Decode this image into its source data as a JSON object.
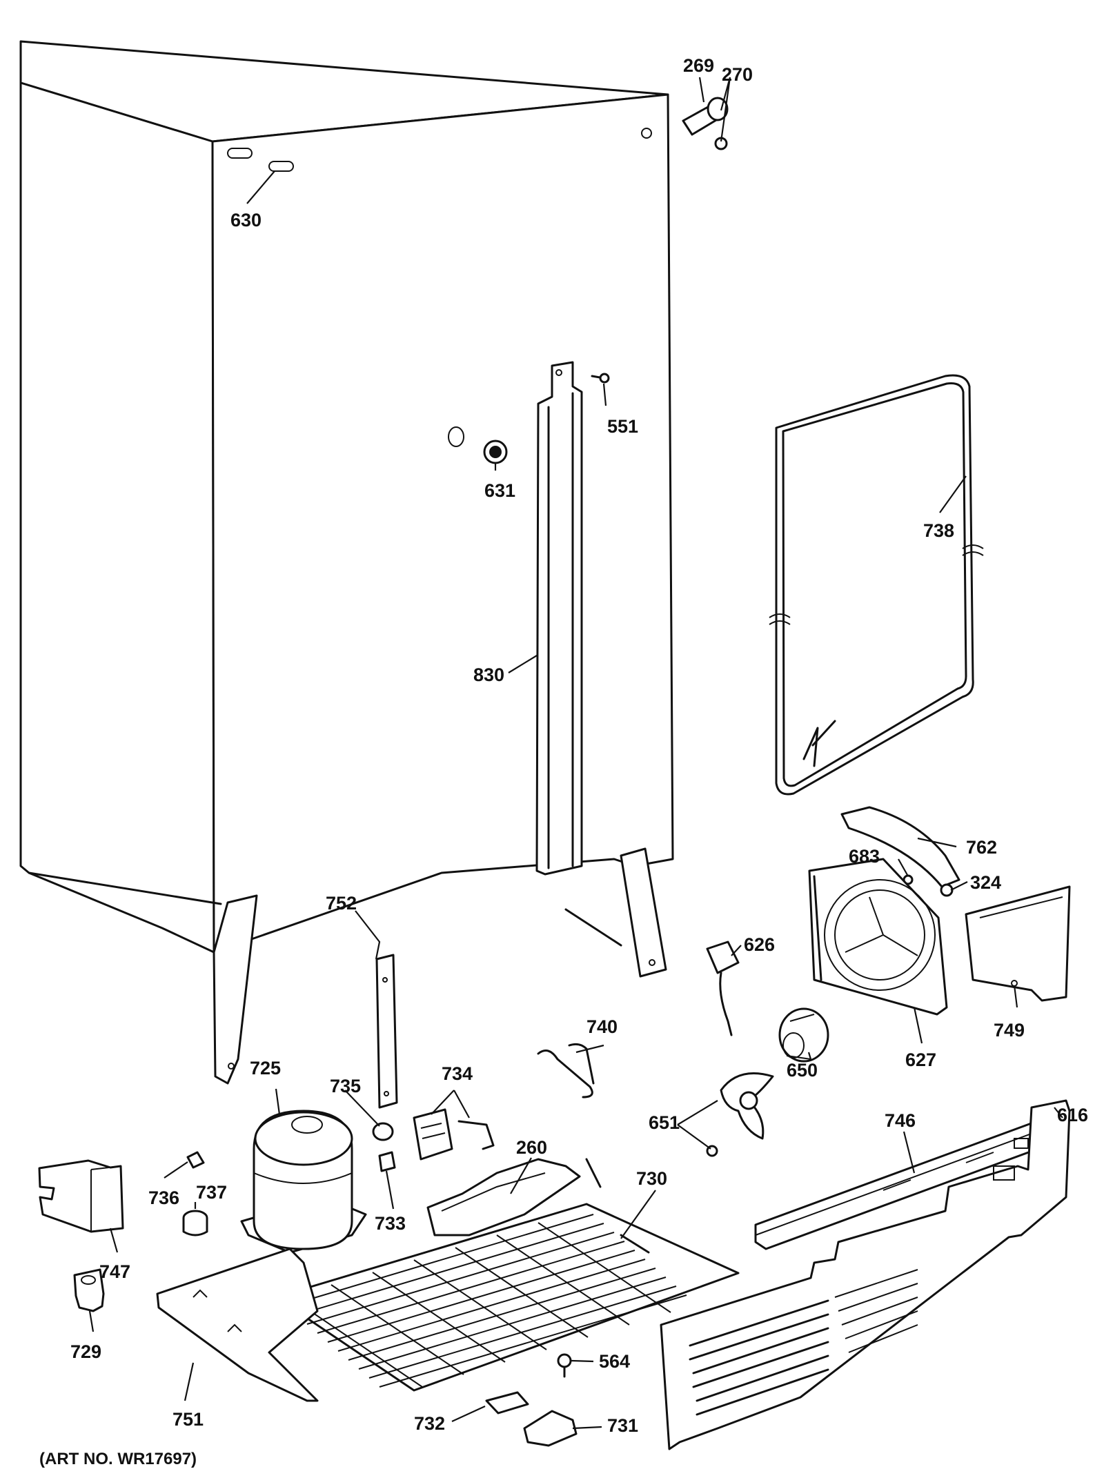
{
  "diagram": {
    "art_number": "(ART NO. WR17697)",
    "callouts": [
      {
        "id": "p269",
        "label": "269"
      },
      {
        "id": "p270",
        "label": "270"
      },
      {
        "id": "p630",
        "label": "630"
      },
      {
        "id": "p551",
        "label": "551"
      },
      {
        "id": "p631",
        "label": "631"
      },
      {
        "id": "p738",
        "label": "738"
      },
      {
        "id": "p830",
        "label": "830"
      },
      {
        "id": "p762",
        "label": "762"
      },
      {
        "id": "p683",
        "label": "683"
      },
      {
        "id": "p324",
        "label": "324"
      },
      {
        "id": "p626",
        "label": "626"
      },
      {
        "id": "p752",
        "label": "752"
      },
      {
        "id": "p749",
        "label": "749"
      },
      {
        "id": "p740",
        "label": "740"
      },
      {
        "id": "p627",
        "label": "627"
      },
      {
        "id": "p725",
        "label": "725"
      },
      {
        "id": "p735",
        "label": "735"
      },
      {
        "id": "p734",
        "label": "734"
      },
      {
        "id": "p651",
        "label": "651"
      },
      {
        "id": "p650",
        "label": "650"
      },
      {
        "id": "p746",
        "label": "746"
      },
      {
        "id": "p260",
        "label": "260"
      },
      {
        "id": "p730",
        "label": "730"
      },
      {
        "id": "p736",
        "label": "736"
      },
      {
        "id": "p737",
        "label": "737"
      },
      {
        "id": "p733",
        "label": "733"
      },
      {
        "id": "p747",
        "label": "747"
      },
      {
        "id": "p616",
        "label": "616"
      },
      {
        "id": "p729",
        "label": "729"
      },
      {
        "id": "p751",
        "label": "751"
      },
      {
        "id": "p564",
        "label": "564"
      },
      {
        "id": "p732",
        "label": "732"
      },
      {
        "id": "p731",
        "label": "731"
      }
    ]
  }
}
